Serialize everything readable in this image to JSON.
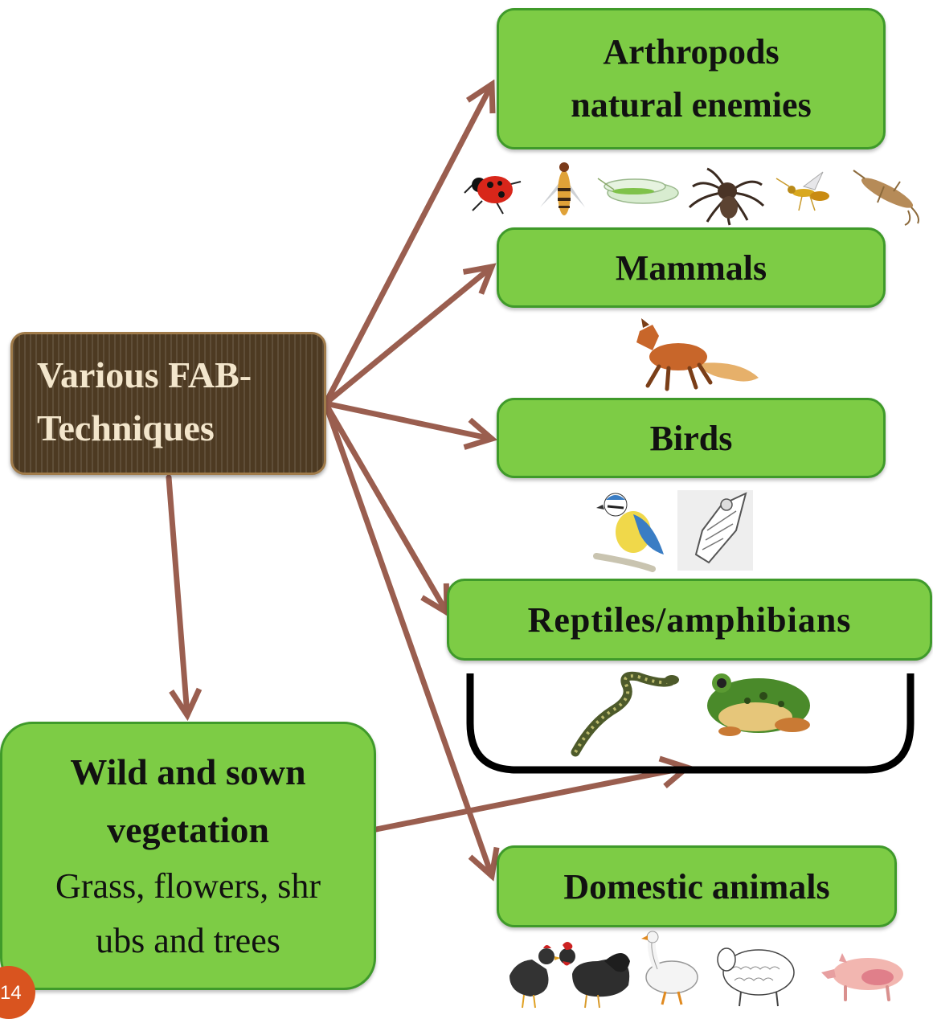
{
  "source": {
    "line1": "Various FAB-",
    "line2": "Techniques"
  },
  "groups": {
    "arthropods": {
      "line1": "Arthropods",
      "line2": "natural enemies"
    },
    "mammals": "Mammals",
    "birds": "Birds",
    "reptiles": "Reptiles/amphibians",
    "domestic": "Domestic animals"
  },
  "vegetation": {
    "title1": "Wild and sown",
    "title2": "vegetation",
    "sub1": "Grass, flowers, shr",
    "sub2": "ubs and trees"
  },
  "slide_number": "14",
  "colors": {
    "box_fill": "#7dcc45",
    "box_border": "#3f9a2a",
    "source_fill": "#4d3a22",
    "arrow": "#9a5e4f",
    "slide_badge": "#d9541f"
  },
  "icons": {
    "arthropods": [
      "ladybird-icon",
      "hoverfly-icon",
      "lacewing-icon",
      "spider-icon",
      "parasitic-wasp-icon",
      "earwig-icon"
    ],
    "mammals": [
      "fox-icon"
    ],
    "birds": [
      "blue-tit-icon",
      "hawk-icon"
    ],
    "reptiles": [
      "snake-icon",
      "frog-icon"
    ],
    "domestic": [
      "hen-icon",
      "rooster-icon",
      "goose-icon",
      "sheep-icon",
      "pig-icon"
    ]
  }
}
